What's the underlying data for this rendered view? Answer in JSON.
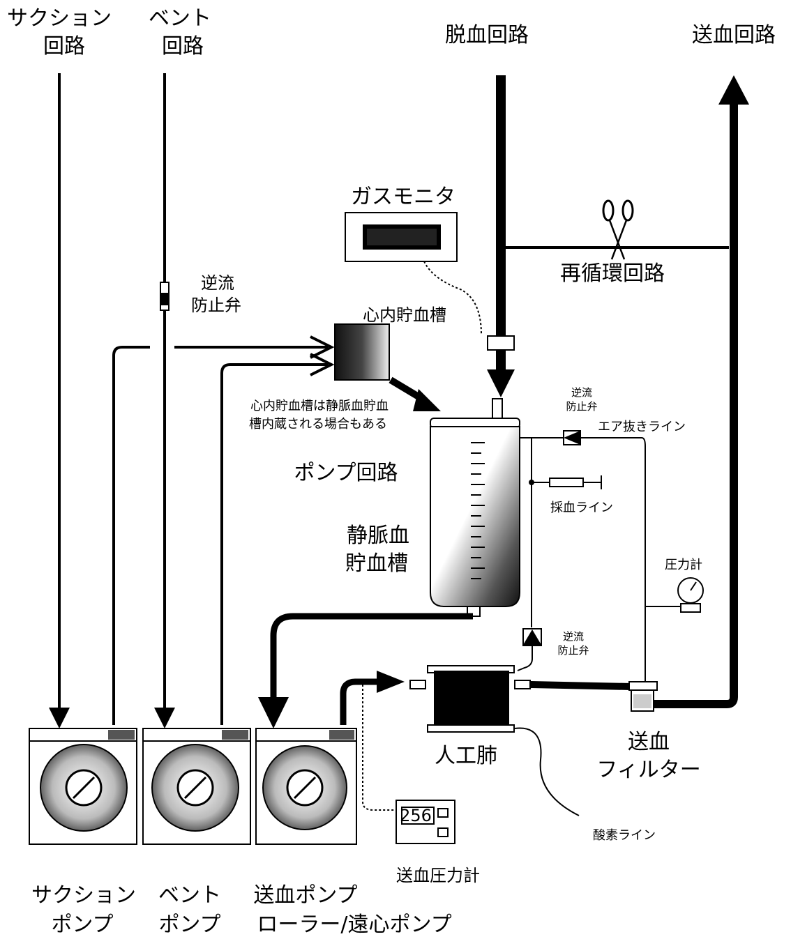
{
  "labels": {
    "suction_circuit": [
      "サクション",
      "回路"
    ],
    "vent_circuit": [
      "ベント",
      "回路"
    ],
    "drain_circuit": "脱血回路",
    "supply_circuit": "送血回路",
    "gas_monitor": "ガスモニタ",
    "recirculation_circuit": "再循環回路",
    "check_valve_vent": [
      "逆流",
      "防止弁"
    ],
    "cardiotomy_reservoir": "心内貯血槽",
    "cardiotomy_note": [
      "心内貯血槽は静脈血貯血",
      "槽内蔵される場合もある"
    ],
    "check_valve_top": [
      "逆流",
      "防止弁"
    ],
    "air_vent_line": "エア抜きライン",
    "pump_circuit": "ポンプ回路",
    "sampling_line": "採血ライン",
    "venous_reservoir": [
      "静脈血",
      "貯血槽"
    ],
    "pressure_gauge": "圧力計",
    "check_valve_bottom": [
      "逆流",
      "防止弁"
    ],
    "oxygenator": "人工肺",
    "arterial_filter": [
      "送血",
      "フィルター"
    ],
    "oxygen_line": "酸素ライン",
    "supply_pressure_gauge": "送血圧力計",
    "gauge_reading": "256",
    "suction_pump": [
      "サクション",
      "ポンプ"
    ],
    "vent_pump": [
      "ベント",
      "ポンプ"
    ],
    "supply_pump": [
      "送血ポンプ",
      "ローラー/遠心ポンプ"
    ]
  }
}
